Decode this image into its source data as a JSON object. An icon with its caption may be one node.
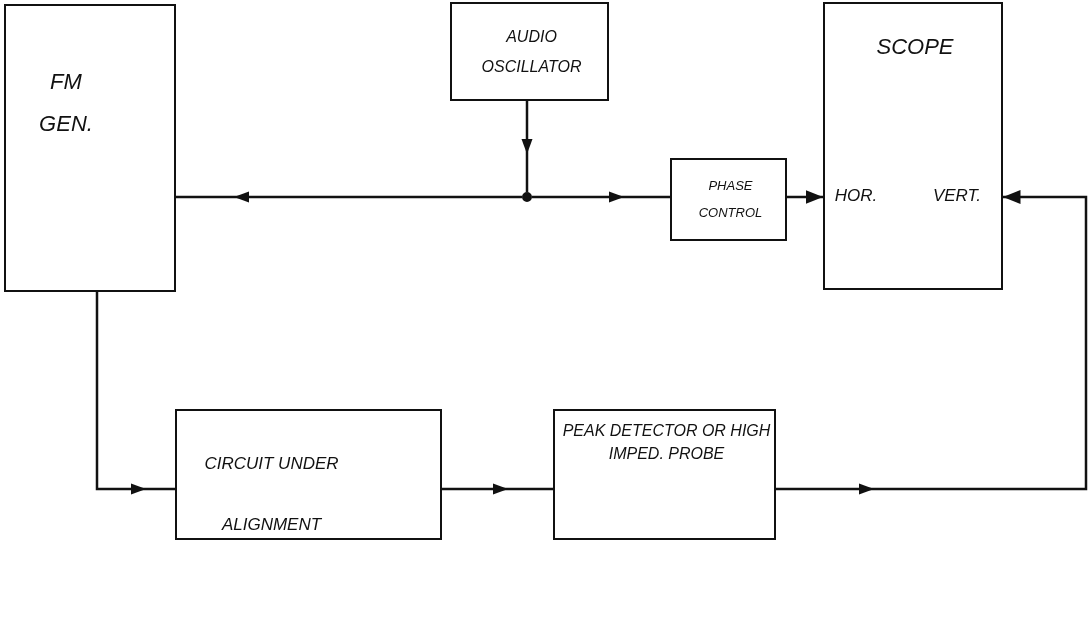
{
  "diagram": {
    "nodes": [
      {
        "text": [
          "FM GEN."
        ]
      },
      {
        "text": [
          "AUDIO OSCILLATOR"
        ]
      },
      {
        "text": [
          "PHASE CONTROL"
        ]
      },
      {
        "text": [
          "SCOPE",
          "HOR.",
          "VERT."
        ]
      },
      {
        "text": [
          "CIRCUIT UNDER ALIGNMENT"
        ]
      },
      {
        "text": [
          "PEAK DETECTOR OR HIGH IMPED. PROBE"
        ]
      },
      {
        "text": [],
        "shape": "circle"
      }
    ],
    "edges": [
      {
        "from": 1,
        "to": 6,
        "arrow": "to"
      },
      {
        "from": 6,
        "to": 0,
        "arrow": "to"
      },
      {
        "from": 6,
        "to": 2,
        "arrow": "to"
      },
      {
        "from": 2,
        "to": 3,
        "arrow": "to"
      },
      {
        "from": 0,
        "to": 4,
        "arrow": "to"
      },
      {
        "from": 4,
        "to": 5,
        "arrow": "to"
      },
      {
        "from": 5,
        "to": 3,
        "arrow": "to"
      }
    ]
  }
}
